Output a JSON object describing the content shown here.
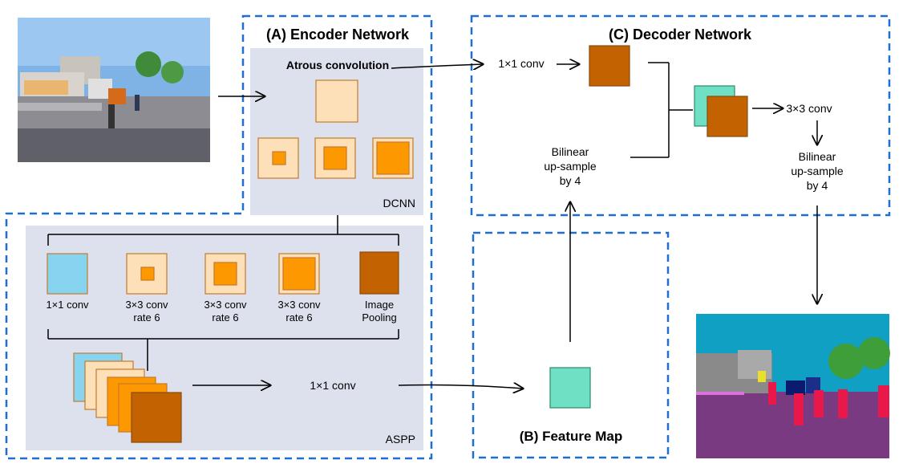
{
  "colors": {
    "panel_bg": "#dde1ee",
    "dashed_border": "#1f6fd1",
    "light_square": "#fde0b8",
    "orange_square": "#fd9800",
    "brown_square": "#c26200",
    "square_border": "#c47a2c",
    "cyan_square": "#87d4f0",
    "teal_square": "#6fe0c4",
    "arrow": "#000000"
  },
  "encoder": {
    "title": "(A) Encoder Network",
    "atrous_label": "Atrous convolution",
    "dcnn_label": "DCNN"
  },
  "aspp": {
    "label": "ASPP",
    "branches": [
      {
        "label_line1": "1×1 conv",
        "label_line2": "",
        "icon": "cyan-square"
      },
      {
        "label_line1": "3×3 conv",
        "label_line2": "rate 6",
        "icon": "small-atrous-square"
      },
      {
        "label_line1": "3×3 conv",
        "label_line2": "rate 6",
        "icon": "medium-atrous-square"
      },
      {
        "label_line1": "3×3 conv",
        "label_line2": "rate 6",
        "icon": "large-atrous-square"
      },
      {
        "label_line1": "Image",
        "label_line2": "Pooling",
        "icon": "brown-square"
      }
    ],
    "fuse_label": "1×1 conv"
  },
  "decoder": {
    "title": "(C) Decoder Network",
    "conv1_label": "1×1 conv",
    "conv3_label": "3×3 conv",
    "upsample_left": [
      "Bilinear",
      "up-sample",
      "by 4"
    ],
    "upsample_right": [
      "Bilinear",
      "up-sample",
      "by 4"
    ]
  },
  "feature_map": {
    "title": "(B) Feature Map"
  },
  "input_image": {
    "icon": "street-photo"
  },
  "output_image": {
    "icon": "segmentation-map"
  }
}
